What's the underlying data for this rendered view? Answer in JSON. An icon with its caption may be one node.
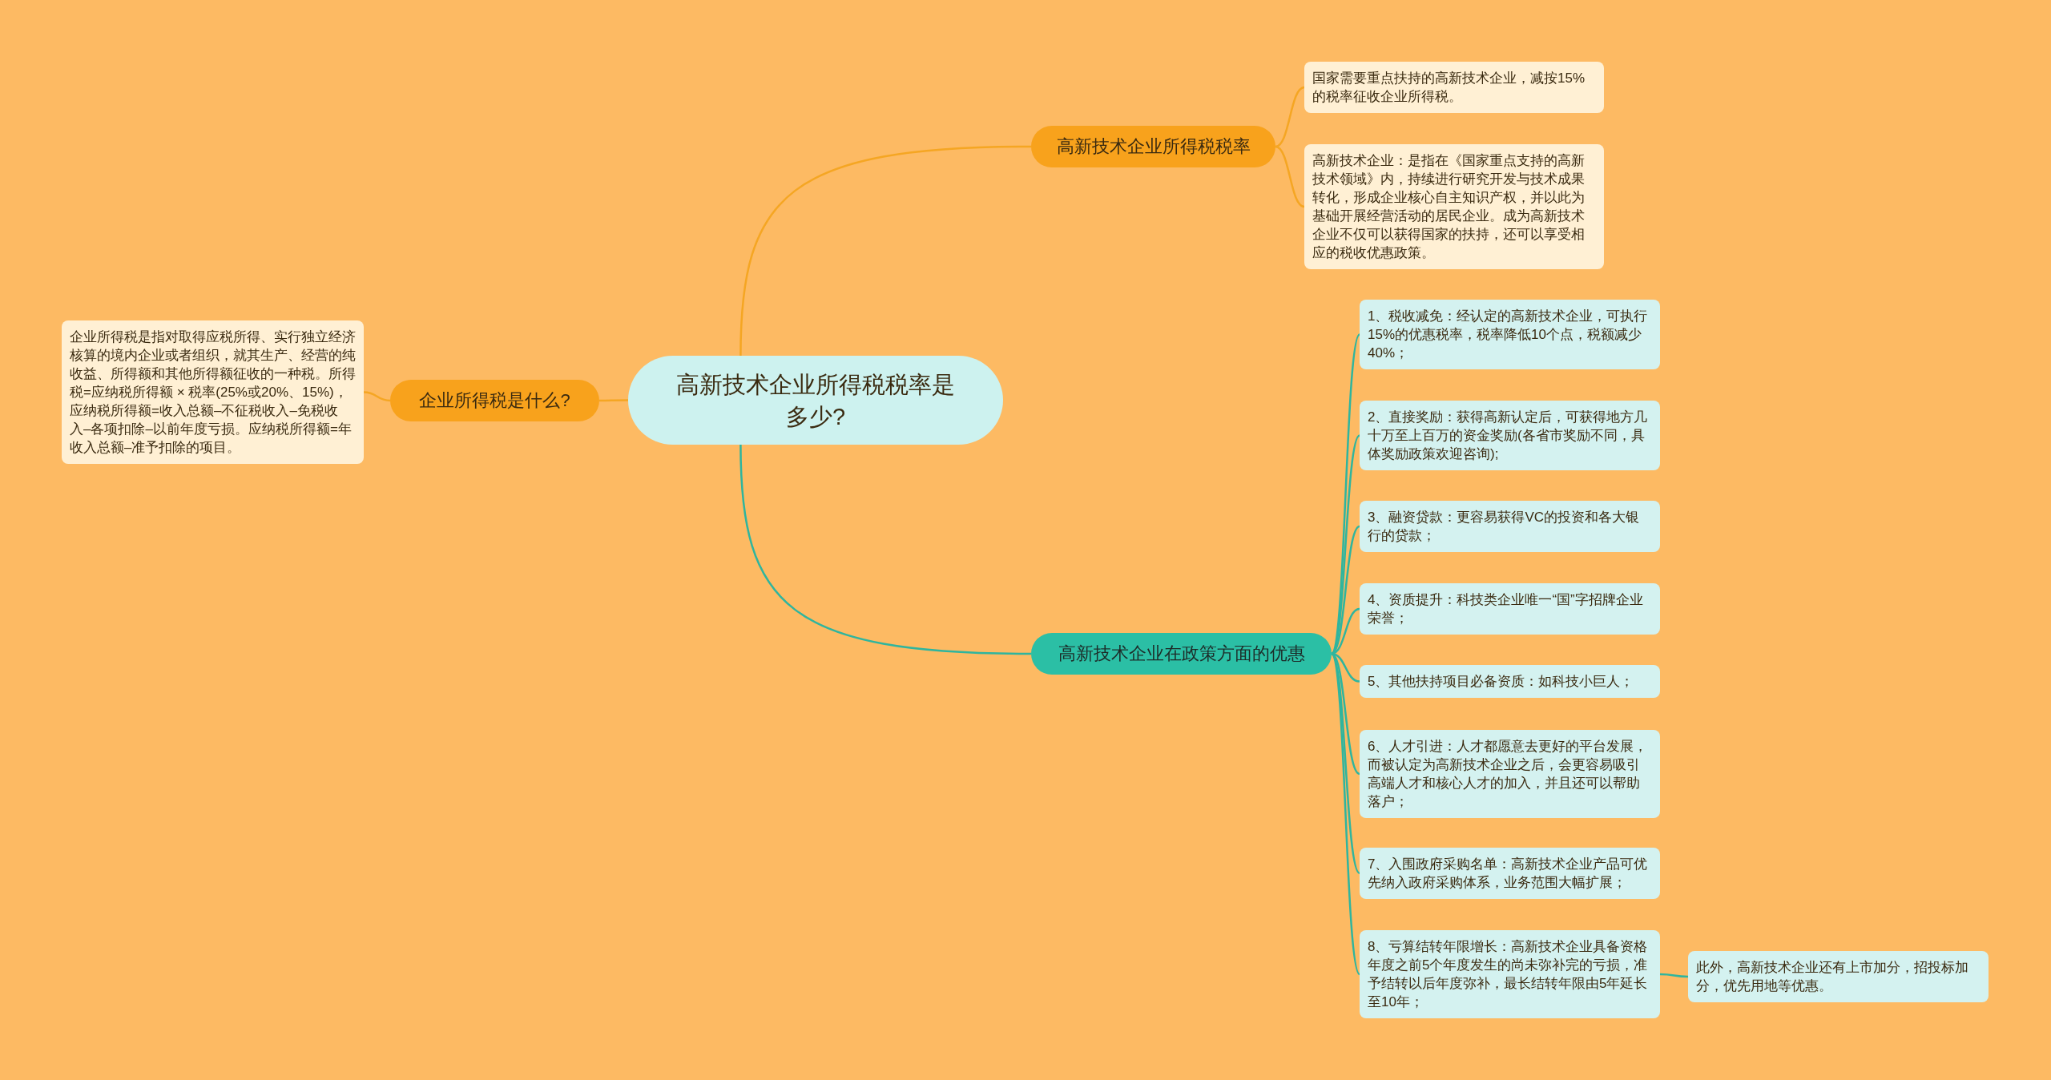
{
  "diagram": {
    "nodes": [
      {
        "text": [
          "高新技术企业所得税税率是多少?"
        ]
      },
      {
        "text": [
          "高新技术企业所得税税率"
        ]
      },
      {
        "text": [
          "国家需要重点扶持的高新技术企业，减按15%的税率征收企业所得税。"
        ]
      },
      {
        "text": [
          "高新技术企业：是指在《国家重点支持的高新技术领域》内，持续进行研究开发与技术成果转化，形成企业核心自主知识产权，并以此为基础开展经营活动的居民企业。成为高新技术企业不仅可以获得国家的扶持，还可以享受相应的税收优惠政策。"
        ]
      },
      {
        "text": [
          "企业所得税是什么?"
        ]
      },
      {
        "text": [
          "企业所得税是指对取得应税所得、实行独立经济核算的境内企业或者组织，就其生产、经营的纯收益、所得额和其他所得额征收的一种税。所得税=应纳税所得额 × 税率(25%或20%、15%)，应纳税所得额=收入总额–不征税收入–免税收入–各项扣除–以前年度亏损。应纳税所得额=年收入总额–准予扣除的项目。"
        ]
      },
      {
        "text": [
          "高新技术企业在政策方面的优惠"
        ]
      },
      {
        "text": [
          "1、税收减免：经认定的高新技术企业，可执行15%的优惠税率，税率降低10个点，税额减少40%；"
        ]
      },
      {
        "text": [
          "2、直接奖励：获得高新认定后，可获得地方几十万至上百万的资金奖励(各省市奖励不同，具体奖励政策欢迎咨询);"
        ]
      },
      {
        "text": [
          "3、融资贷款：更容易获得VC的投资和各大银行的贷款；"
        ]
      },
      {
        "text": [
          "4、资质提升：科技类企业唯一“国”字招牌企业荣誉；"
        ]
      },
      {
        "text": [
          "5、其他扶持项目必备资质：如科技小巨人；"
        ]
      },
      {
        "text": [
          "6、人才引进：人才都愿意去更好的平台发展，而被认定为高新技术企业之后，会更容易吸引高端人才和核心人才的加入，并且还可以帮助落户；"
        ]
      },
      {
        "text": [
          "7、入围政府采购名单：高新技术企业产品可优先纳入政府采购体系，业务范围大幅扩展；"
        ]
      },
      {
        "text": [
          "8、亏算结转年限增长：高新技术企业具备资格年度之前5个年度发生的尚未弥补完的亏损，准予结转以后年度弥补，最长结转年限由5年延长至10年；"
        ]
      },
      {
        "text": [
          "此外，高新技术企业还有上市加分，招投标加分，优先用地等优惠。"
        ]
      }
    ],
    "edges": [
      {
        "from": 0,
        "to": 1,
        "arrow": "none",
        "color": "#f5a623"
      },
      {
        "from": 1,
        "to": 2,
        "arrow": "none",
        "color": "#f5a623"
      },
      {
        "from": 1,
        "to": 3,
        "arrow": "none",
        "color": "#f5a623"
      },
      {
        "from": 0,
        "to": 4,
        "arrow": "none",
        "color": "#f5a623"
      },
      {
        "from": 4,
        "to": 5,
        "arrow": "none",
        "color": "#f5a623"
      },
      {
        "from": 0,
        "to": 6,
        "arrow": "none"
      },
      {
        "from": 6,
        "to": 7,
        "arrow": "none"
      },
      {
        "from": 6,
        "to": 8,
        "arrow": "none"
      },
      {
        "from": 6,
        "to": 9,
        "arrow": "none"
      },
      {
        "from": 6,
        "to": 10,
        "arrow": "none"
      },
      {
        "from": 6,
        "to": 11,
        "arrow": "none"
      },
      {
        "from": 6,
        "to": 12,
        "arrow": "none"
      },
      {
        "from": 6,
        "to": 13,
        "arrow": "none"
      },
      {
        "from": 6,
        "to": 14,
        "arrow": "none"
      },
      {
        "from": 14,
        "to": 15,
        "arrow": "none"
      }
    ]
  }
}
